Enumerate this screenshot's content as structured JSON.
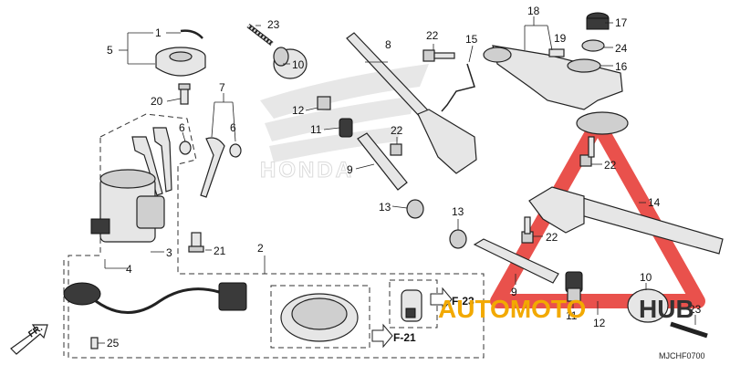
{
  "diagram": {
    "code": "MJCHF0700",
    "direction_label": "FR.",
    "references": [
      "F-23",
      "F-21"
    ],
    "logo_text": "HONDA",
    "watermark": {
      "text_left": "AUTOMOTO",
      "text_right": "HUB",
      "color_left": "#f2a900",
      "color_right": "#333333",
      "triangle_color": "#e5322d"
    }
  },
  "callouts": {
    "c1": "1",
    "c2": "2",
    "c3": "3",
    "c4": "4",
    "c5": "5",
    "c6a": "6",
    "c6b": "6",
    "c7": "7",
    "c8": "8",
    "c9a": "9",
    "c9b": "9",
    "c10a": "10",
    "c10b": "10",
    "c11a": "11",
    "c11b": "11",
    "c12a": "12",
    "c12b": "12",
    "c13a": "13",
    "c13b": "13",
    "c14": "14",
    "c15": "15",
    "c16": "16",
    "c17": "17",
    "c18": "18",
    "c19": "19",
    "c20": "20",
    "c21": "21",
    "c22a": "22",
    "c22b": "22",
    "c22c": "22",
    "c22d": "22",
    "c23a": "23",
    "c23b": "23",
    "c24": "24",
    "c25": "25"
  }
}
